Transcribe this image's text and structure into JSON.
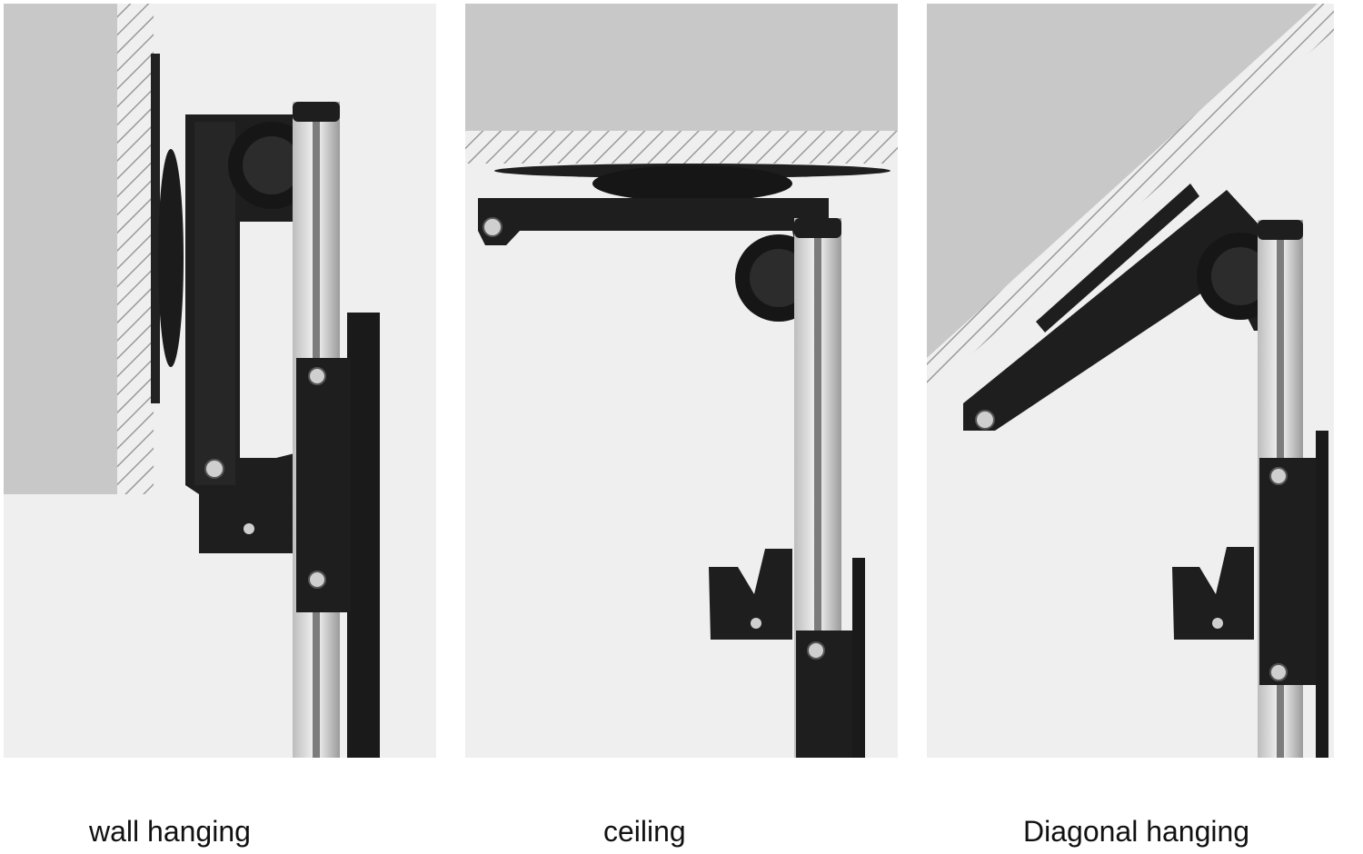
{
  "panels": [
    {
      "caption": "wall hanging"
    },
    {
      "caption": "ceiling"
    },
    {
      "caption": "Diagonal hanging"
    }
  ],
  "colors": {
    "background": "#ffffff",
    "panel": "#efefef",
    "wall": "#c9c9c9",
    "hatch": "#9a9a9a",
    "metal": "#1e1e1e",
    "pole": "#d8d8d8",
    "caption": "#111111"
  },
  "icons": [
    "mount-bracket-illustration"
  ]
}
